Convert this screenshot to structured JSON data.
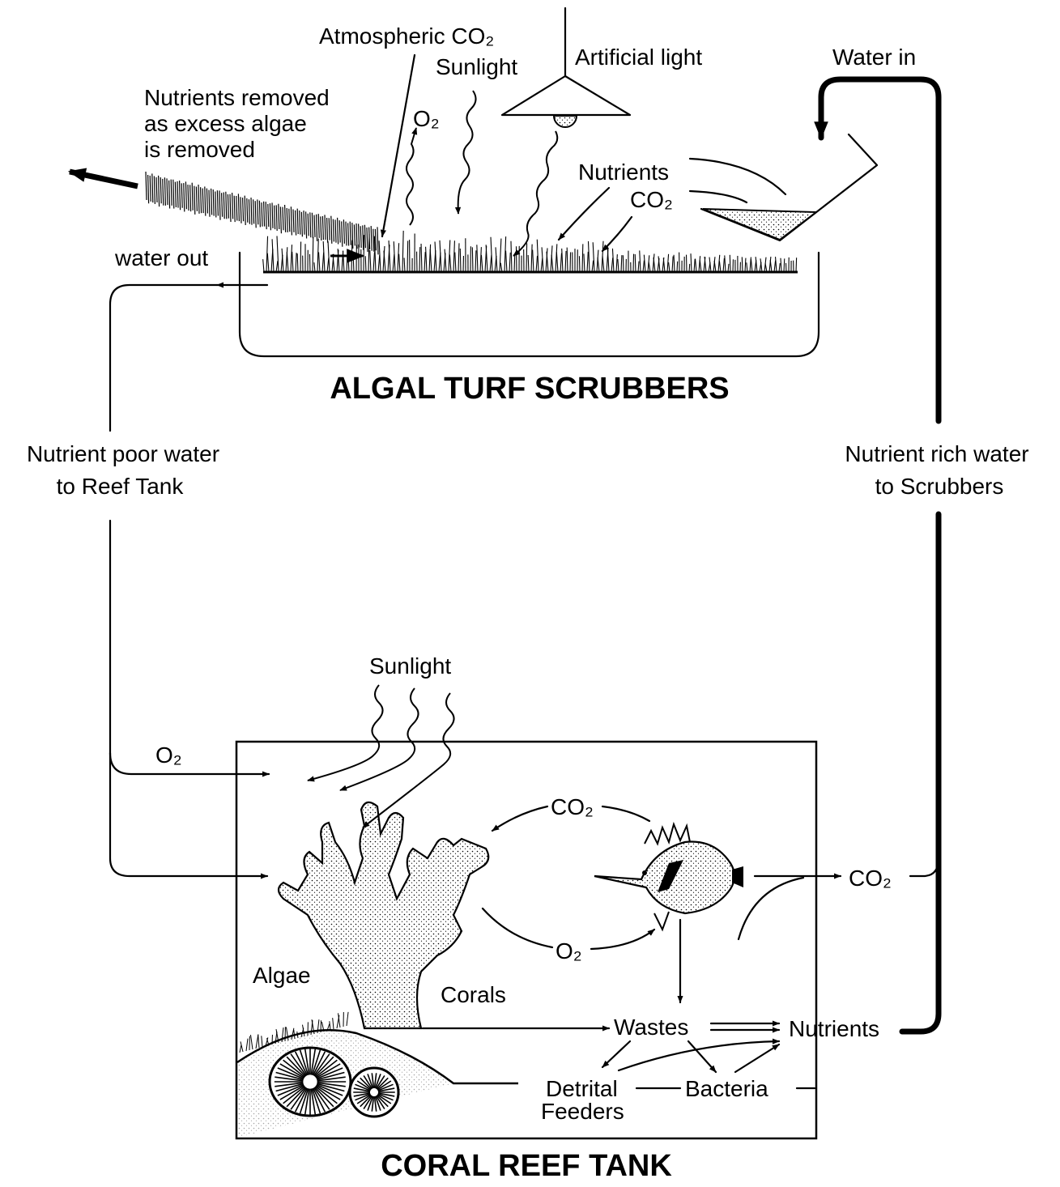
{
  "top": {
    "title": "ALGAL TURF SCRUBBERS",
    "atmospheric_co2": "Atmospheric CO₂",
    "sunlight": "Sunlight",
    "artificial_light": "Artificial light",
    "water_in": "Water in",
    "nutrients_removed": [
      "Nutrients removed",
      "as excess algae",
      "is removed"
    ],
    "o2": "O₂",
    "nutrients": "Nutrients",
    "co2": "CO₂",
    "water_out": "water out"
  },
  "side": {
    "left": [
      "Nutrient poor water",
      "to Reef Tank"
    ],
    "right": [
      "Nutrient rich water",
      "to Scrubbers"
    ]
  },
  "bottom": {
    "title": "CORAL REEF TANK",
    "sunlight": "Sunlight",
    "o2_in": "O₂",
    "co2_cycle": "CO₂",
    "o2_cycle": "O₂",
    "co2_out": "CO₂",
    "algae": "Algae",
    "corals": "Corals",
    "wastes": "Wastes",
    "nutrients": "Nutrients",
    "detrital": [
      "Detrital",
      "Feeders"
    ],
    "bacteria": "Bacteria"
  }
}
